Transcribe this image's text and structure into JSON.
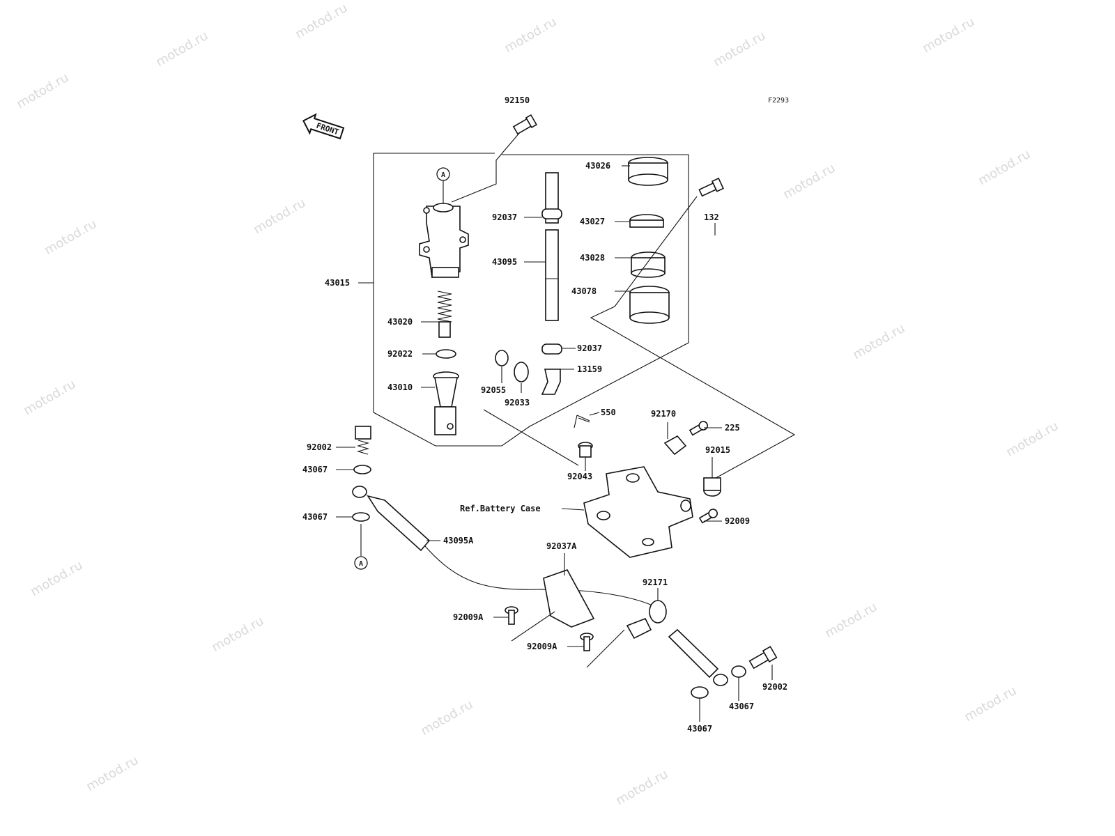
{
  "figure_code": "F2293",
  "front_label": "FRONT",
  "watermark": "motod.ru",
  "ref_marker": "A",
  "ref_note": "Ref.Battery Case",
  "parts": {
    "p92150": "92150",
    "p43026": "43026",
    "p92037_top": "92037",
    "p43027": "43027",
    "p132": "132",
    "p43095": "43095",
    "p43028": "43028",
    "p43015": "43015",
    "p43078": "43078",
    "p43020": "43020",
    "p92022": "92022",
    "p92037_bottom": "92037",
    "p13159": "13159",
    "p43010": "43010",
    "p92055": "92055",
    "p92033": "92033",
    "p550": "550",
    "p92170": "92170",
    "p225": "225",
    "p92002_left": "92002",
    "p92015": "92015",
    "p43067_a": "43067",
    "p92043": "92043",
    "p43067_b": "43067",
    "p92009": "92009",
    "p43095A": "43095A",
    "p92037A": "92037A",
    "p92171": "92171",
    "p92009A_a": "92009A",
    "p92009A_b": "92009A",
    "p92002_right": "92002",
    "p43067_c": "43067",
    "p43067_d": "43067"
  }
}
